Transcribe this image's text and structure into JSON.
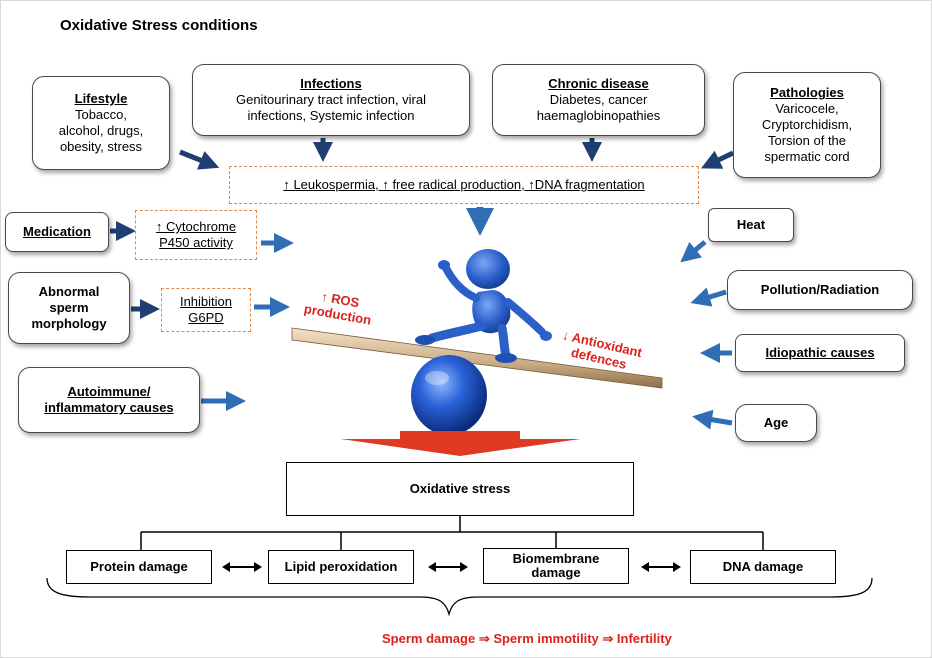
{
  "title": "Oxidative Stress conditions",
  "lifestyle": {
    "heading": "Lifestyle",
    "lines": [
      "Tobacco,",
      "alcohol, drugs,",
      "obesity, stress"
    ]
  },
  "infections": {
    "heading": "Infections",
    "lines": [
      "Genitourinary tract infection, viral",
      "infections, Systemic infection"
    ]
  },
  "chronic": {
    "heading": "Chronic disease",
    "lines": [
      "Diabetes, cancer",
      "haemaglobinopathies"
    ]
  },
  "pathologies": {
    "heading": "Pathologies",
    "lines": [
      "Varicocele,",
      "Cryptorchidism,",
      "Torsion of the",
      "spermatic cord"
    ]
  },
  "effects_box": "↑ Leukospermia, ↑ free radical production, ↑DNA fragmentation",
  "medication": {
    "label": "Medication",
    "effect": [
      "↑ Cytochrome",
      "P450 activity"
    ]
  },
  "abnormal": {
    "lines": [
      "Abnormal",
      "sperm",
      "morphology"
    ],
    "effect": [
      "Inhibition",
      "G6PD"
    ]
  },
  "autoimmune": {
    "lines": [
      "Autoimmune/",
      "inflammatory causes"
    ]
  },
  "heat": "Heat",
  "pollution": "Pollution/Radiation",
  "idiopathic": "Idiopathic causes",
  "age": "Age",
  "seesaw": {
    "left_label": [
      "↑ ROS",
      "production"
    ],
    "right_label": [
      "↓ Antioxidant",
      "defences"
    ]
  },
  "oxidative_stress": "Oxidative stress",
  "damage": {
    "protein": "Protein damage",
    "lipid": "Lipid peroxidation",
    "biomembrane": [
      "Biomembrane",
      "damage"
    ],
    "dna": "DNA damage"
  },
  "outcome": "Sperm damage ⇒ Sperm immotility ⇒ Infertility",
  "colors": {
    "arrow_blue": "#2f6db5",
    "arrow_dark": "#1f3f73",
    "red": "#d9231c",
    "dashed": "#e0894a"
  }
}
